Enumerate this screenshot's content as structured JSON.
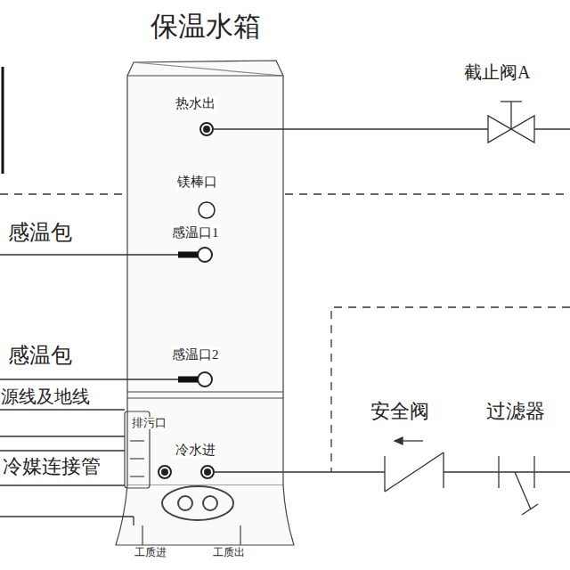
{
  "diagram": {
    "nodes": [
      {
        "text": [
          "保温水箱"
        ]
      }
    ],
    "labels": [
      "热水出",
      "镁棒口",
      "感温口1",
      "感温口2",
      "排污口",
      "冷水进",
      "工质进",
      "工质出",
      "截止阀A",
      "感温包",
      "感温包",
      "源线及地线",
      "冷媒连接管",
      "安全阀",
      "过滤器"
    ]
  }
}
